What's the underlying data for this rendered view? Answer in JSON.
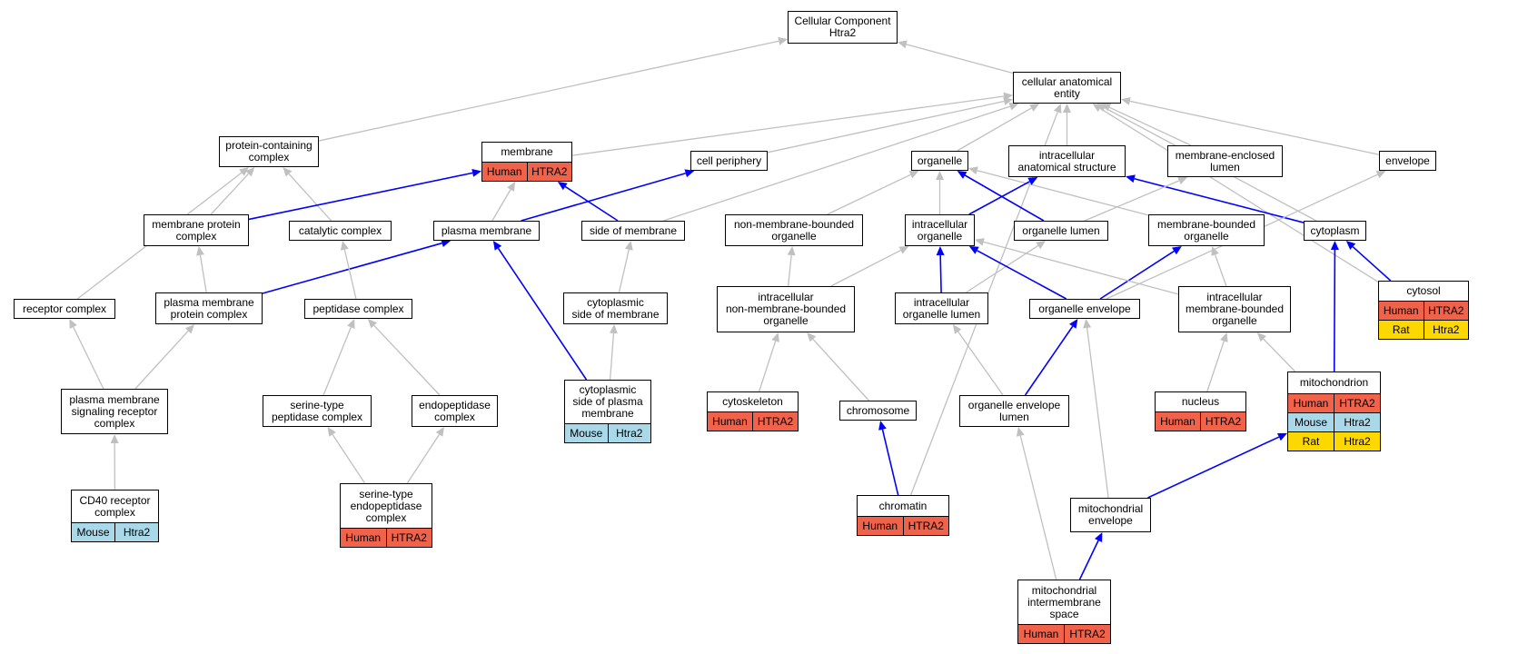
{
  "nodes": {
    "cc": {
      "label": "Cellular Component\nHtra2"
    },
    "cae": {
      "label": "cellular anatomical\nentity"
    },
    "pcc": {
      "label": "protein-containing\ncomplex"
    },
    "mem": {
      "label": "membrane",
      "annotations": [
        [
          "Human",
          "HTRA2"
        ]
      ]
    },
    "cp": {
      "label": "cell periphery"
    },
    "org": {
      "label": "organelle"
    },
    "ias": {
      "label": "intracellular\nanatomical structure"
    },
    "mel": {
      "label": "membrane-enclosed\nlumen"
    },
    "env": {
      "label": "envelope"
    },
    "mpc": {
      "label": "membrane protein\ncomplex"
    },
    "cat": {
      "label": "catalytic complex"
    },
    "pm": {
      "label": "plasma membrane"
    },
    "som": {
      "label": "side of membrane"
    },
    "nmbo": {
      "label": "non-membrane-bounded\norganelle"
    },
    "io": {
      "label": "intracellular\norganelle"
    },
    "ol": {
      "label": "organelle lumen"
    },
    "mbo": {
      "label": "membrane-bounded\norganelle"
    },
    "cyto": {
      "label": "cytoplasm"
    },
    "rc": {
      "label": "receptor complex"
    },
    "pmpc": {
      "label": "plasma membrane\nprotein complex"
    },
    "pep": {
      "label": "peptidase complex"
    },
    "csm": {
      "label": "cytoplasmic\nside of membrane"
    },
    "inmbo": {
      "label": "intracellular\nnon-membrane-bounded\norganelle"
    },
    "iol": {
      "label": "intracellular\norganelle lumen"
    },
    "oe": {
      "label": "organelle envelope"
    },
    "imbo": {
      "label": "intracellular\nmembrane-bounded\norganelle"
    },
    "cytosol": {
      "label": "cytosol",
      "annotations": [
        [
          "Human",
          "HTRA2"
        ],
        [
          "Rat",
          "Htra2"
        ]
      ]
    },
    "pmsrc": {
      "label": "plasma membrane\nsignaling receptor\ncomplex"
    },
    "stpc": {
      "label": "serine-type\npeptidase complex"
    },
    "endo": {
      "label": "endopeptidase\ncomplex"
    },
    "cspm": {
      "label": "cytoplasmic\nside of plasma\nmembrane",
      "annotations": [
        [
          "Mouse",
          "Htra2"
        ]
      ]
    },
    "csk": {
      "label": "cytoskeleton",
      "annotations": [
        [
          "Human",
          "HTRA2"
        ]
      ]
    },
    "chrom": {
      "label": "chromosome"
    },
    "oel": {
      "label": "organelle envelope\nlumen"
    },
    "nuc": {
      "label": "nucleus",
      "annotations": [
        [
          "Human",
          "HTRA2"
        ]
      ]
    },
    "mito": {
      "label": "mitochondrion",
      "annotations": [
        [
          "Human",
          "HTRA2"
        ],
        [
          "Mouse",
          "Htra2"
        ],
        [
          "Rat",
          "Htra2"
        ]
      ]
    },
    "cd40": {
      "label": "CD40 receptor\ncomplex",
      "annotations": [
        [
          "Mouse",
          "Htra2"
        ]
      ]
    },
    "stepc": {
      "label": "serine-type\nendopeptidase\ncomplex",
      "annotations": [
        [
          "Human",
          "HTRA2"
        ]
      ]
    },
    "chromatin": {
      "label": "chromatin",
      "annotations": [
        [
          "Human",
          "HTRA2"
        ]
      ]
    },
    "menv": {
      "label": "mitochondrial\nenvelope"
    },
    "mims": {
      "label": "mitochondrial\nintermembrane\nspace",
      "annotations": [
        [
          "Human",
          "HTRA2"
        ]
      ]
    }
  },
  "edges": [
    {
      "from": "cae",
      "to": "cc",
      "kind": "is_a"
    },
    {
      "from": "pcc",
      "to": "cc",
      "kind": "is_a"
    },
    {
      "from": "mem",
      "to": "cae",
      "kind": "is_a"
    },
    {
      "from": "cp",
      "to": "cae",
      "kind": "is_a"
    },
    {
      "from": "org",
      "to": "cae",
      "kind": "is_a"
    },
    {
      "from": "ias",
      "to": "cae",
      "kind": "is_a"
    },
    {
      "from": "mel",
      "to": "cae",
      "kind": "is_a"
    },
    {
      "from": "env",
      "to": "cae",
      "kind": "is_a"
    },
    {
      "from": "som",
      "to": "cae",
      "kind": "is_a"
    },
    {
      "from": "cyto",
      "to": "cae",
      "kind": "is_a"
    },
    {
      "from": "cytosol",
      "to": "cae",
      "kind": "is_a"
    },
    {
      "from": "chromatin",
      "to": "cae",
      "kind": "is_a"
    },
    {
      "from": "mpc",
      "to": "pcc",
      "kind": "is_a"
    },
    {
      "from": "cat",
      "to": "pcc",
      "kind": "is_a"
    },
    {
      "from": "rc",
      "to": "pcc",
      "kind": "is_a"
    },
    {
      "from": "mpc",
      "to": "mem",
      "kind": "part_of"
    },
    {
      "from": "pm",
      "to": "mem",
      "kind": "is_a"
    },
    {
      "from": "som",
      "to": "mem",
      "kind": "part_of"
    },
    {
      "from": "pm",
      "to": "cp",
      "kind": "part_of"
    },
    {
      "from": "nmbo",
      "to": "org",
      "kind": "is_a"
    },
    {
      "from": "io",
      "to": "org",
      "kind": "is_a"
    },
    {
      "from": "ol",
      "to": "org",
      "kind": "part_of"
    },
    {
      "from": "mbo",
      "to": "org",
      "kind": "is_a"
    },
    {
      "from": "io",
      "to": "ias",
      "kind": "part_of"
    },
    {
      "from": "cyto",
      "to": "ias",
      "kind": "part_of"
    },
    {
      "from": "ol",
      "to": "mel",
      "kind": "is_a"
    },
    {
      "from": "oe",
      "to": "env",
      "kind": "is_a"
    },
    {
      "from": "pmpc",
      "to": "mpc",
      "kind": "is_a"
    },
    {
      "from": "pmpc",
      "to": "pm",
      "kind": "part_of"
    },
    {
      "from": "pep",
      "to": "cat",
      "kind": "is_a"
    },
    {
      "from": "csm",
      "to": "som",
      "kind": "is_a"
    },
    {
      "from": "cspm",
      "to": "pm",
      "kind": "part_of"
    },
    {
      "from": "inmbo",
      "to": "nmbo",
      "kind": "is_a"
    },
    {
      "from": "inmbo",
      "to": "io",
      "kind": "is_a"
    },
    {
      "from": "iol",
      "to": "io",
      "kind": "part_of"
    },
    {
      "from": "iol",
      "to": "ol",
      "kind": "is_a"
    },
    {
      "from": "oe",
      "to": "io",
      "kind": "part_of"
    },
    {
      "from": "oe",
      "to": "mbo",
      "kind": "part_of"
    },
    {
      "from": "imbo",
      "to": "mbo",
      "kind": "is_a"
    },
    {
      "from": "imbo",
      "to": "io",
      "kind": "is_a"
    },
    {
      "from": "cytosol",
      "to": "cyto",
      "kind": "part_of"
    },
    {
      "from": "mito",
      "to": "cyto",
      "kind": "part_of"
    },
    {
      "from": "mito",
      "to": "imbo",
      "kind": "is_a"
    },
    {
      "from": "nuc",
      "to": "imbo",
      "kind": "is_a"
    },
    {
      "from": "pmsrc",
      "to": "rc",
      "kind": "is_a"
    },
    {
      "from": "pmsrc",
      "to": "pmpc",
      "kind": "is_a"
    },
    {
      "from": "stpc",
      "to": "pep",
      "kind": "is_a"
    },
    {
      "from": "endo",
      "to": "pep",
      "kind": "is_a"
    },
    {
      "from": "cspm",
      "to": "csm",
      "kind": "is_a"
    },
    {
      "from": "csk",
      "to": "inmbo",
      "kind": "is_a"
    },
    {
      "from": "chrom",
      "to": "inmbo",
      "kind": "is_a"
    },
    {
      "from": "oel",
      "to": "iol",
      "kind": "is_a"
    },
    {
      "from": "oel",
      "to": "oe",
      "kind": "part_of"
    },
    {
      "from": "cd40",
      "to": "pmsrc",
      "kind": "is_a"
    },
    {
      "from": "stepc",
      "to": "stpc",
      "kind": "is_a"
    },
    {
      "from": "stepc",
      "to": "endo",
      "kind": "is_a"
    },
    {
      "from": "chromatin",
      "to": "chrom",
      "kind": "part_of"
    },
    {
      "from": "menv",
      "to": "oe",
      "kind": "is_a"
    },
    {
      "from": "menv",
      "to": "mito",
      "kind": "part_of"
    },
    {
      "from": "mims",
      "to": "oel",
      "kind": "is_a"
    },
    {
      "from": "mims",
      "to": "menv",
      "kind": "part_of"
    }
  ],
  "edge_colors": {
    "is_a": "#c0c0c0",
    "part_of": "#0000ff"
  },
  "species_colors": {
    "Human": "#f0624a",
    "Mouse": "#a9d8e8",
    "Rat": "#fdd700"
  }
}
